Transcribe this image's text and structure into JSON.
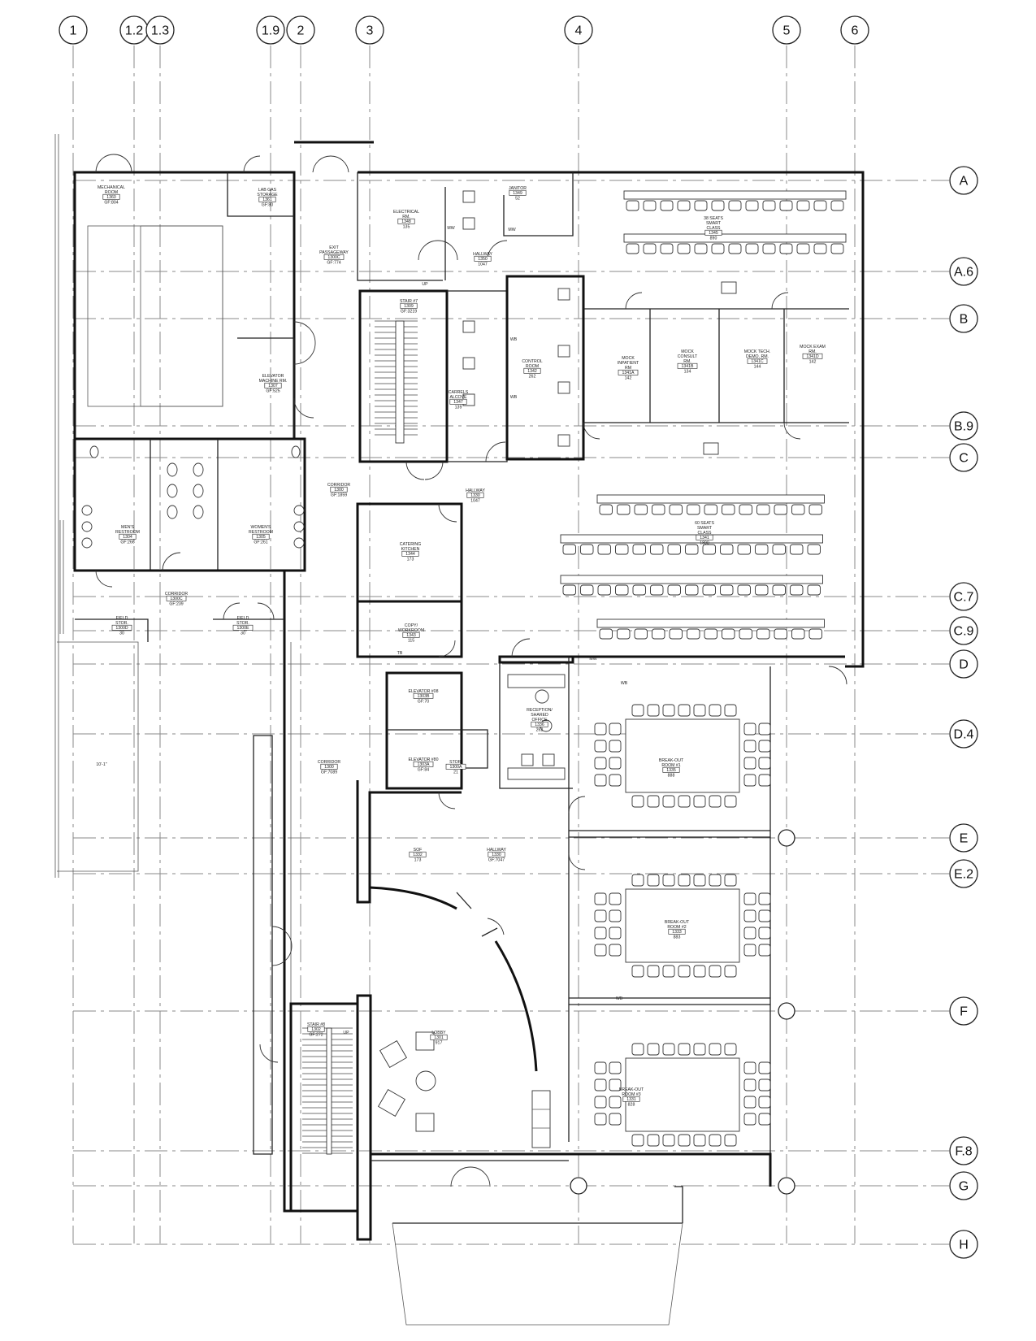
{
  "columns": [
    {
      "id": "col-1",
      "label": "1"
    },
    {
      "id": "col-1-2",
      "label": "1.2"
    },
    {
      "id": "col-1-3",
      "label": "1.3"
    },
    {
      "id": "col-1-9",
      "label": "1.9"
    },
    {
      "id": "col-2",
      "label": "2"
    },
    {
      "id": "col-3",
      "label": "3"
    },
    {
      "id": "col-4",
      "label": "4"
    },
    {
      "id": "col-5",
      "label": "5"
    },
    {
      "id": "col-6",
      "label": "6"
    }
  ],
  "rows": [
    {
      "id": "row-a",
      "label": "A"
    },
    {
      "id": "row-a6",
      "label": "A.6"
    },
    {
      "id": "row-b",
      "label": "B"
    },
    {
      "id": "row-b9",
      "label": "B.9"
    },
    {
      "id": "row-c",
      "label": "C"
    },
    {
      "id": "row-c7",
      "label": "C.7"
    },
    {
      "id": "row-c9",
      "label": "C.9"
    },
    {
      "id": "row-d",
      "label": "D"
    },
    {
      "id": "row-d4",
      "label": "D.4"
    },
    {
      "id": "row-e",
      "label": "E"
    },
    {
      "id": "row-e2",
      "label": "E.2"
    },
    {
      "id": "row-f",
      "label": "F"
    },
    {
      "id": "row-f8",
      "label": "F.8"
    },
    {
      "id": "row-g",
      "label": "G"
    },
    {
      "id": "row-h",
      "label": "H"
    }
  ],
  "rooms": [
    {
      "key": "mechanical",
      "lines": [
        "MECHANICAL",
        "ROOM"
      ],
      "tag": "1360",
      "area": "GF:804"
    },
    {
      "key": "lab-gas",
      "lines": [
        "LAB GAS",
        "STORAGE"
      ],
      "tag": "1361",
      "area": "GF:80"
    },
    {
      "key": "exit-passage",
      "lines": [
        "EXIT",
        "PASSAGEWAY"
      ],
      "tag": "1300C",
      "area": "GF:774"
    },
    {
      "key": "electrical",
      "lines": [
        "ELECTRICAL",
        "RM."
      ],
      "tag": "1348",
      "area": "135"
    },
    {
      "key": "janitor",
      "lines": [
        "JANITOR"
      ],
      "tag": "1349",
      "area": "52"
    },
    {
      "key": "hallway-1",
      "lines": [
        "HALLWAY"
      ],
      "tag": "1350",
      "area": "1047"
    },
    {
      "key": "seats-38",
      "lines": [
        "38 SEATS",
        "SMART",
        "CLASS"
      ],
      "tag": "1345",
      "area": "890"
    },
    {
      "key": "stair-7",
      "lines": [
        "STAIR #7"
      ],
      "tag": "1309",
      "area": "GF:3219"
    },
    {
      "key": "elevator-machine",
      "lines": [
        "ELEVATOR",
        "MACHINE RM."
      ],
      "tag": "1307",
      "area": "GF:525"
    },
    {
      "key": "control",
      "lines": [
        "CONTROL",
        "ROOM"
      ],
      "tag": "1342",
      "area": "262"
    },
    {
      "key": "carrels",
      "lines": [
        "CARRELS",
        "ALCOVE"
      ],
      "tag": "1347",
      "area": "139"
    },
    {
      "key": "mock-inpatient",
      "lines": [
        "MOCK",
        "INPATIENT",
        "RM"
      ],
      "tag": "1341A",
      "area": "142"
    },
    {
      "key": "mock-consult",
      "lines": [
        "MOCK",
        "CONSULT",
        "RM."
      ],
      "tag": "1341B",
      "area": "134"
    },
    {
      "key": "mock-tech",
      "lines": [
        "MOCK TECH.",
        "DEMO. RM."
      ],
      "tag": "1341C",
      "area": "144"
    },
    {
      "key": "mock-exam",
      "lines": [
        "MOCK EXAM",
        "RM."
      ],
      "tag": "1341D",
      "area": "142"
    },
    {
      "key": "mens",
      "lines": [
        "MEN'S",
        "RESTROOM"
      ],
      "tag": "1304",
      "area": "GF:266"
    },
    {
      "key": "womens",
      "lines": [
        "WOMEN'S",
        "RESTROOM"
      ],
      "tag": "1305",
      "area": "GF:261"
    },
    {
      "key": "corridor-1",
      "lines": [
        "CORRIDOR"
      ],
      "tag": "1300",
      "area": "GF:1859"
    },
    {
      "key": "hallway-2",
      "lines": [
        "HALLWAY"
      ],
      "tag": "1330",
      "area": "1047"
    },
    {
      "key": "catering",
      "lines": [
        "CATERING",
        "KITCHEN"
      ],
      "tag": "1344",
      "area": "173"
    },
    {
      "key": "seats-60",
      "lines": [
        "60 SEATS",
        "SMART",
        "CLASS"
      ],
      "tag": "1341",
      "area": "1890"
    },
    {
      "key": "corridor-2",
      "lines": [
        "CORRIDOR"
      ],
      "tag": "1300C",
      "area": "GF:239"
    },
    {
      "key": "field-stor-1",
      "lines": [
        "FIELD",
        "STOR."
      ],
      "tag": "1300D",
      "area": "30"
    },
    {
      "key": "field-stor-2",
      "lines": [
        "FIELD",
        "STOR."
      ],
      "tag": "1300E",
      "area": "30"
    },
    {
      "key": "copy",
      "lines": [
        "COPY/",
        "WORKROOM"
      ],
      "tag": "1343",
      "area": "115"
    },
    {
      "key": "elevator-8",
      "lines": [
        "ELEVATOR #08"
      ],
      "tag": "1303B",
      "area": "GF:70"
    },
    {
      "key": "reception",
      "lines": [
        "RECEPTION/",
        "SHARED",
        "OFFICE"
      ],
      "tag": "1336",
      "area": "262"
    },
    {
      "key": "breakout-1",
      "lines": [
        "BREAK-OUT",
        "ROOM #1"
      ],
      "tag": "1335",
      "area": "888"
    },
    {
      "key": "corridor-3",
      "lines": [
        "CORRIDOR"
      ],
      "tag": "1300",
      "area": "GF:7089"
    },
    {
      "key": "elevator-80",
      "lines": [
        "ELEVATOR #80"
      ],
      "tag": "1303A",
      "area": "GF:84"
    },
    {
      "key": "stor",
      "lines": [
        "STOR."
      ],
      "tag": "1300A",
      "area": "21"
    },
    {
      "key": "sof",
      "lines": [
        "SOF"
      ],
      "tag": "1332",
      "area": "173"
    },
    {
      "key": "hallway-3",
      "lines": [
        "HALLWAY"
      ],
      "tag": "1330",
      "area": "GF:7047"
    },
    {
      "key": "breakout-2",
      "lines": [
        "BREAK-OUT",
        "ROOM #2"
      ],
      "tag": "1333",
      "area": "883"
    },
    {
      "key": "stair-8",
      "lines": [
        "STAIR #8"
      ],
      "tag": "1302",
      "area": "GF:272"
    },
    {
      "key": "lobby",
      "lines": [
        "LOBBY"
      ],
      "tag": "1301",
      "area": "917"
    },
    {
      "key": "breakout-3",
      "lines": [
        "BREAK-OUT",
        "ROOM #3"
      ],
      "tag": "1331",
      "area": "828"
    }
  ],
  "notes": {
    "up_1": "UP",
    "up_2": "UP",
    "mw_1": "MW",
    "mw_2": "MW",
    "mw_3": "MW",
    "wb_1": "WB",
    "wb_2": "WB",
    "wb_3": "WB",
    "wb_4": "WB",
    "tb": "TB",
    "dim": "10'-1\""
  }
}
